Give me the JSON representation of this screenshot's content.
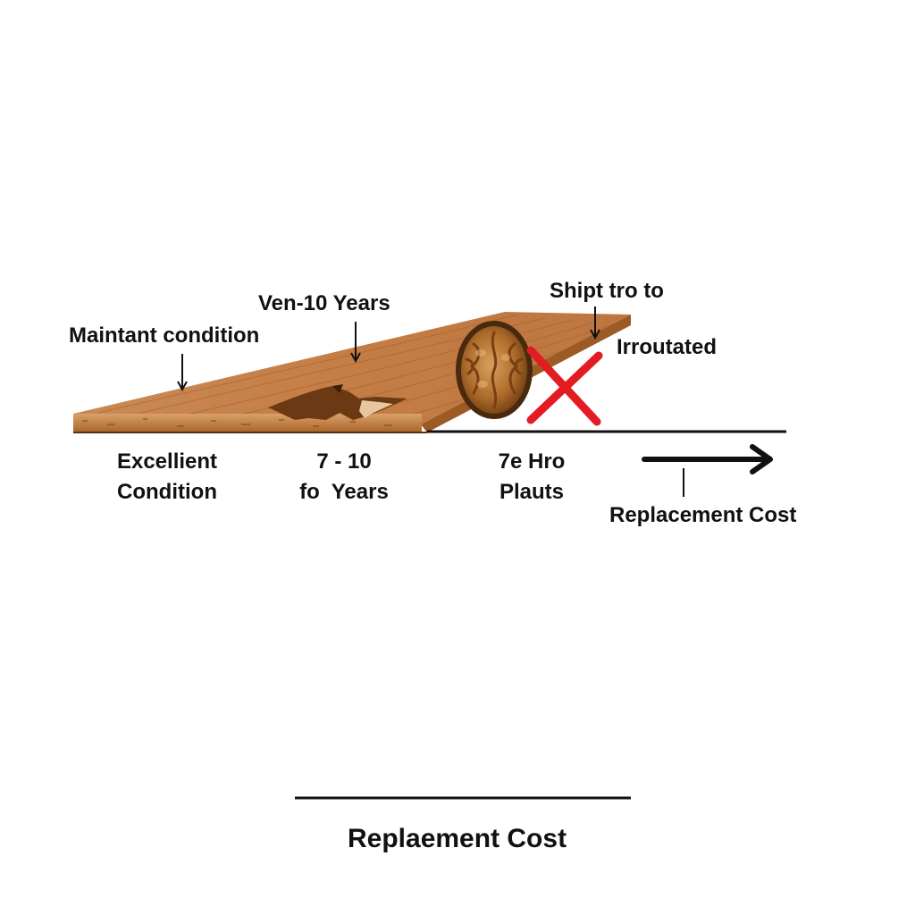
{
  "callouts": {
    "maintain": "Maintant condition",
    "years_top": "Ven-10 Years",
    "shipt": "Shipt tro to",
    "irroutated": "Irroutated"
  },
  "stages": {
    "excellent": [
      "Excellient",
      "Condition"
    ],
    "years": [
      "7 - 10",
      "fo  Years"
    ],
    "plauts": [
      "7e Hro",
      "Plauts"
    ]
  },
  "replacement_right": "Replacement Cost",
  "bottom_title": "Replaement Cost",
  "colors": {
    "wood_top": "#c47d45",
    "wood_edge": "#b8732f",
    "rot": "#6b3a14",
    "walnut": "#a65f2a",
    "cross": "#e31b23",
    "ink": "#111111"
  },
  "icons": [
    "plank-icon",
    "walnut-icon",
    "red-x-icon",
    "arrow-right-icon"
  ]
}
